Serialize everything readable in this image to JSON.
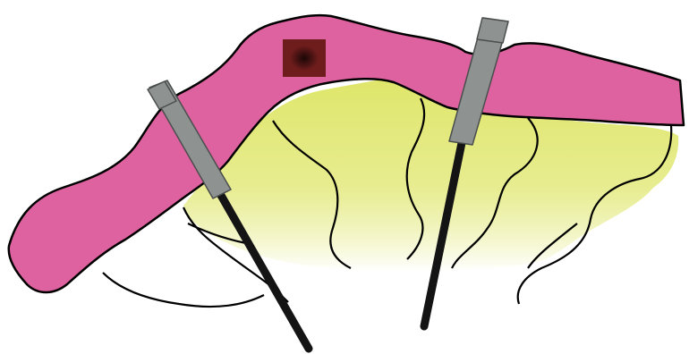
{
  "colors": {
    "background": "#ffffff",
    "tissue_layer_fill": "#dd629f",
    "tissue_layer_stroke": "#000000",
    "underlying_gradient_top": "#dfe66a",
    "underlying_gradient_bottom": "#ffffff",
    "lesion_outer": "#6e1c1c",
    "lesion_inner": "#1a0606",
    "instrument_cannula": "#8e9392",
    "instrument_cannula_edge": "#4a4e4d",
    "instrument_needle": "#141414",
    "outline": "#000000"
  },
  "diagram": {
    "elements": [
      {
        "id": "pink-layer",
        "kind": "tissue-band",
        "icon": "band-shape"
      },
      {
        "id": "yellow-zone",
        "kind": "underlying-tissue",
        "icon": "gradient-region"
      },
      {
        "id": "lesion",
        "kind": "target-square",
        "icon": "square-marker"
      },
      {
        "id": "left-instrument",
        "kind": "needle-with-cannula",
        "icon": "needle-icon"
      },
      {
        "id": "right-instrument",
        "kind": "needle-with-cannula",
        "icon": "needle-icon"
      }
    ]
  }
}
